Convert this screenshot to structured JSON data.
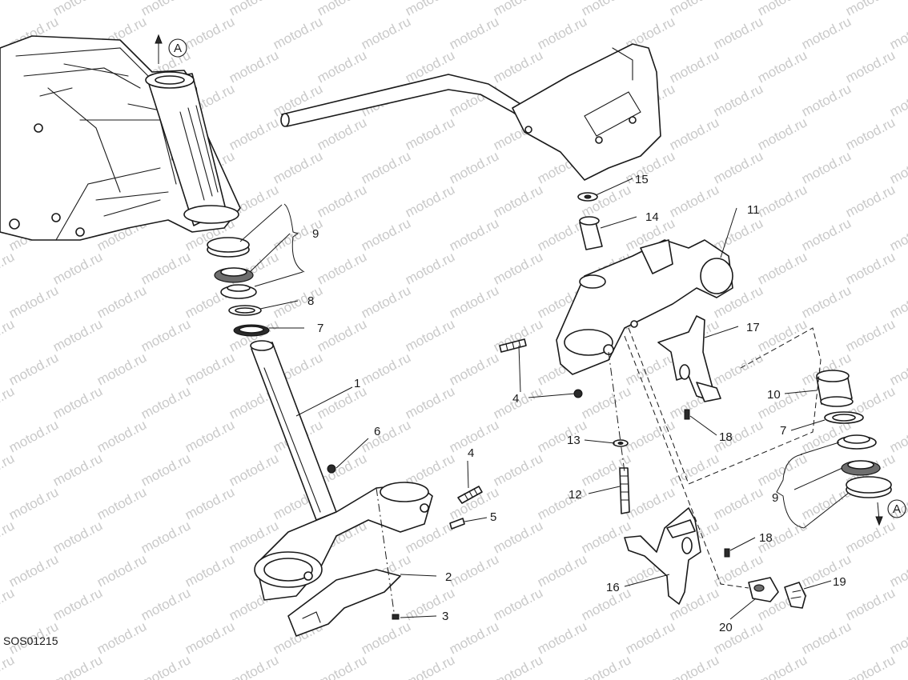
{
  "diagram_code": "SOS01215",
  "watermark": "motod.ru",
  "reference_marker": "A",
  "callouts": {
    "c1": "1",
    "c2": "2",
    "c3": "3",
    "c4a": "4",
    "c4b": "4",
    "c5": "5",
    "c6": "6",
    "c7a": "7",
    "c7b": "7",
    "c8": "8",
    "c9a": "9",
    "c9b": "9",
    "c10": "10",
    "c11": "11",
    "c12": "12",
    "c13": "13",
    "c14": "14",
    "c15": "15",
    "c16": "16",
    "c17": "17",
    "c18a": "18",
    "c18b": "18",
    "c19": "19",
    "c20": "20"
  }
}
